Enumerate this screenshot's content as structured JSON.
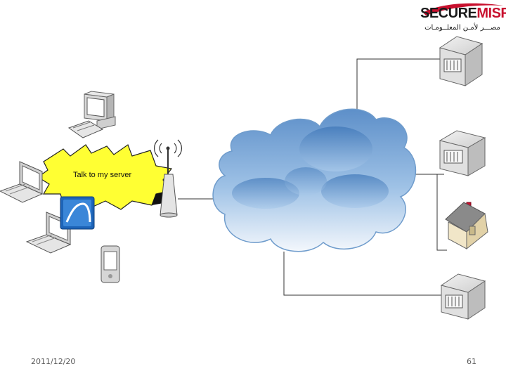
{
  "slide": {
    "date": "2011/12/20",
    "page_number": "61"
  },
  "logo": {
    "brand_part1": "SECURE",
    "brand_part2": "MISR",
    "tagline": "مصـــر لأمـن المعلــومـات",
    "colors": {
      "part1": "#1a1a1a",
      "part2": "#c8102e",
      "swoosh": "#c8102e"
    }
  },
  "diagram": {
    "callout_text": "Talk to my server",
    "icons": [
      "desktop-computer-icon",
      "laptop-icon",
      "laptop-icon",
      "pda-icon",
      "wifi-access-point-icon",
      "wireshark-fin-icon",
      "internet-cloud-icon",
      "server-icon",
      "server-icon",
      "house-icon",
      "server-icon"
    ],
    "colors": {
      "callout": "#ffff33",
      "cloud": "#7aaee0",
      "lines": "#333333",
      "wireshark": "#1d64b8"
    }
  }
}
